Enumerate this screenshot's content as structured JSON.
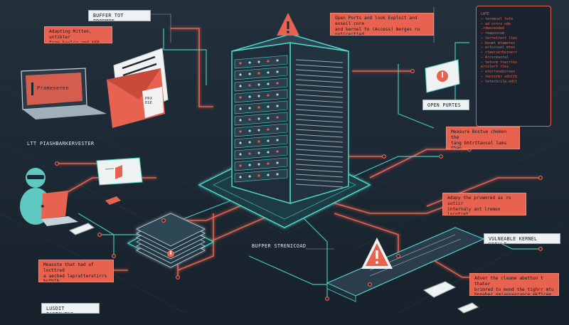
{
  "labels": {
    "buffer_overflow_title": "BUFFER TOT PROBMON",
    "adapting_note": "Adapting Mitten, untibler\nfrom beolse amd AFP.",
    "open_ports_note": "Open Ports and look Exploit and exseil core\nand kernel to (Access) Nerges ro noticectied\nthe bhes inprusiteel ndware.",
    "open_ports_label": "OPEN PURTES",
    "measure_note": "Measure Bostue cheken the\ntang bhtrttancel lams than\nnaile taputevang parde for eyny\nvesently prowed.",
    "admin_label": "LTT PIASHBARKERVESTER",
    "adapt_preserved_note": "Adapy the prvemred as ro sotiir\ninternaly ant lremon locotret\nthe cussered tor ratrebee ort lnake.",
    "vulnerable_label": "VULNEABLE KERNEL MODULE",
    "buffer_stencoad": "BUFPER STRENICOAD",
    "measure_locked_note": "Measute that had of locttred\na aecbed lapratteratirrs\nhuthlb.",
    "adver_note": "Adver the cleame abetton t thater\nbrimred to mond the tighrr mtu\nbppaber omiapoxerance ekficee.",
    "lusdit_label": "LUSDIT PASTSWING",
    "laptop_screen": "Prameseren",
    "envelope_text": "PRX\nESE"
  },
  "terminal": {
    "lines": "LNTE\n— teremsel tete\n— ad ornrs ode\n  .rdeereoded\n— reapoocom\n— terretrert ltes\n— beomt mlemetes\n— erfornsel mtes\n— rteerserbornerr\n— Arcsrevotal\n— tetorm tsarrteo\n  errolert rtes\n— etorreoeborves\n— tenrermr odsitb\n— teterbrilp.odit"
  },
  "colors": {
    "background": "#1c2733",
    "accent_red": "#e7624f",
    "accent_teal": "#4fd6c8",
    "server_dark": "#243441",
    "label_white": "#eef2f3"
  },
  "icons": [
    "server-rack-icon",
    "warning-triangle-icon",
    "envelope-icon",
    "laptop-icon",
    "hacker-icon",
    "shield-icon",
    "storage-stack-icon",
    "monitor-icon",
    "keyboard-icon"
  ]
}
